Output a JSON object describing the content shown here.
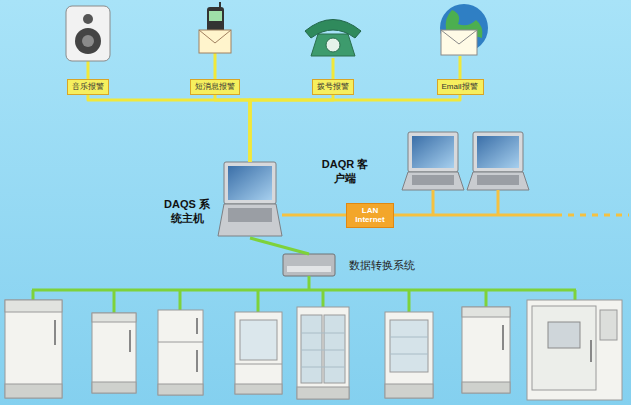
{
  "diagram": {
    "nodes": [
      {
        "text": [
          "音乐报警"
        ]
      },
      {
        "text": [
          "短消息报警"
        ]
      },
      {
        "text": [
          "拨号报警"
        ]
      },
      {
        "text": [
          "Email报警"
        ]
      },
      {
        "text": [
          "DAQS 系统主机"
        ]
      },
      {
        "text": [
          "LAN Internet"
        ]
      },
      {
        "text": [
          "数据转换系统"
        ]
      }
    ],
    "edges": [
      {
        "from": 0,
        "to": 4,
        "arrow": "none"
      },
      {
        "from": 1,
        "to": 4,
        "arrow": "none"
      },
      {
        "from": 2,
        "to": 4,
        "arrow": "none"
      },
      {
        "from": 3,
        "to": 4,
        "arrow": "none"
      },
      {
        "from": 4,
        "to": 5,
        "arrow": "none"
      },
      {
        "from": 4,
        "to": 6,
        "arrow": "none"
      }
    ],
    "labels": [
      "DAQR 客户端"
    ]
  }
}
